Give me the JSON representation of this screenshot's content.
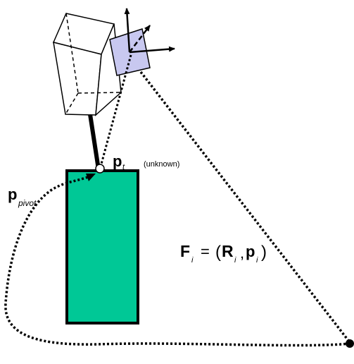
{
  "labels": {
    "pt_main": "p",
    "pt_sub": "t",
    "pt_note": "(unknown)",
    "ppivot_main": "p",
    "ppivot_sub": "pivot",
    "frame_F": "F",
    "frame_F_sub": "i",
    "frame_eq": "=",
    "frame_lparen": "(",
    "frame_R": "R",
    "frame_R_sub": "i",
    "frame_comma": ",",
    "frame_p": "p",
    "frame_p_sub": "i",
    "frame_rparen": ")"
  },
  "colors": {
    "object": "#00c896",
    "marker_plate": "#c8c8f0",
    "ink": "#000000"
  }
}
